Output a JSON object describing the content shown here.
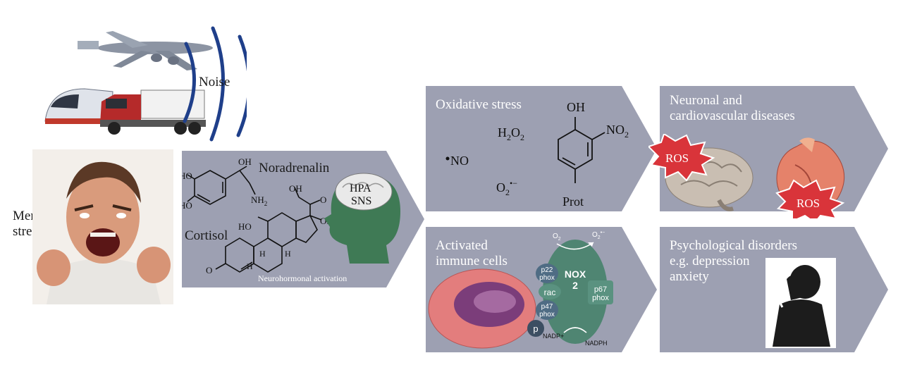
{
  "left": {
    "noise_label": "Noise",
    "mental_stress_label_line1": "Mental",
    "mental_stress_label_line2": "stress"
  },
  "neuro_box": {
    "noradrenalin_label": "Noradrenalin",
    "cortisol_label": "Cortisol",
    "caption": "Neurohormonal activation",
    "brain_text_line1": "HPA",
    "brain_text_line2": "SNS",
    "chem_labels": {
      "oh": "OH",
      "ho": "HO",
      "nh2": "NH",
      "nh2_sub": "2",
      "o": "O",
      "h": "H"
    }
  },
  "oxidative_box": {
    "title": "Oxidative stress",
    "h2o2": "H",
    "h2o2_sub1": "2",
    "h2o2_o": "O",
    "h2o2_sub2": "2",
    "no": "NO",
    "o2": "O",
    "o2_sub": "2",
    "o2_sup": "•−",
    "oh": "OH",
    "no2": "NO",
    "no2_sub": "2",
    "prot": "Prot"
  },
  "diseases_box": {
    "title_line1": "Neuronal and",
    "title_line2": "cardiovascular diseases",
    "ros_label_1": "ROS",
    "ros_label_2": "ROS"
  },
  "immune_box": {
    "title_line1": "Activated",
    "title_line2": "immune cells",
    "nox_label_1": "NOX",
    "nox_label_2": "2",
    "p22": "p22",
    "phox": "phox",
    "rac": "rac",
    "p47": "p47",
    "p67": "p67",
    "p": "p",
    "o2_in": "O",
    "o2_in_sub": "2",
    "o2_out": "O",
    "o2_out_sub": "2",
    "o2_out_sup": "•−",
    "nadp": "NADP+",
    "nadph": "NADPH"
  },
  "psych_box": {
    "title_line1": "Psychological disorders",
    "title_line2": "e.g. depression",
    "title_line3": "anxiety"
  },
  "colors": {
    "panel_gray": "#9da0b2",
    "brain_green": "#3f7a55",
    "ros_red": "#d9343a",
    "cell_pink": "#e37d7d",
    "nucleus_purple": "#7b3d7a",
    "nox_green": "#4f8572",
    "subunit_blue": "#4f6c84"
  }
}
